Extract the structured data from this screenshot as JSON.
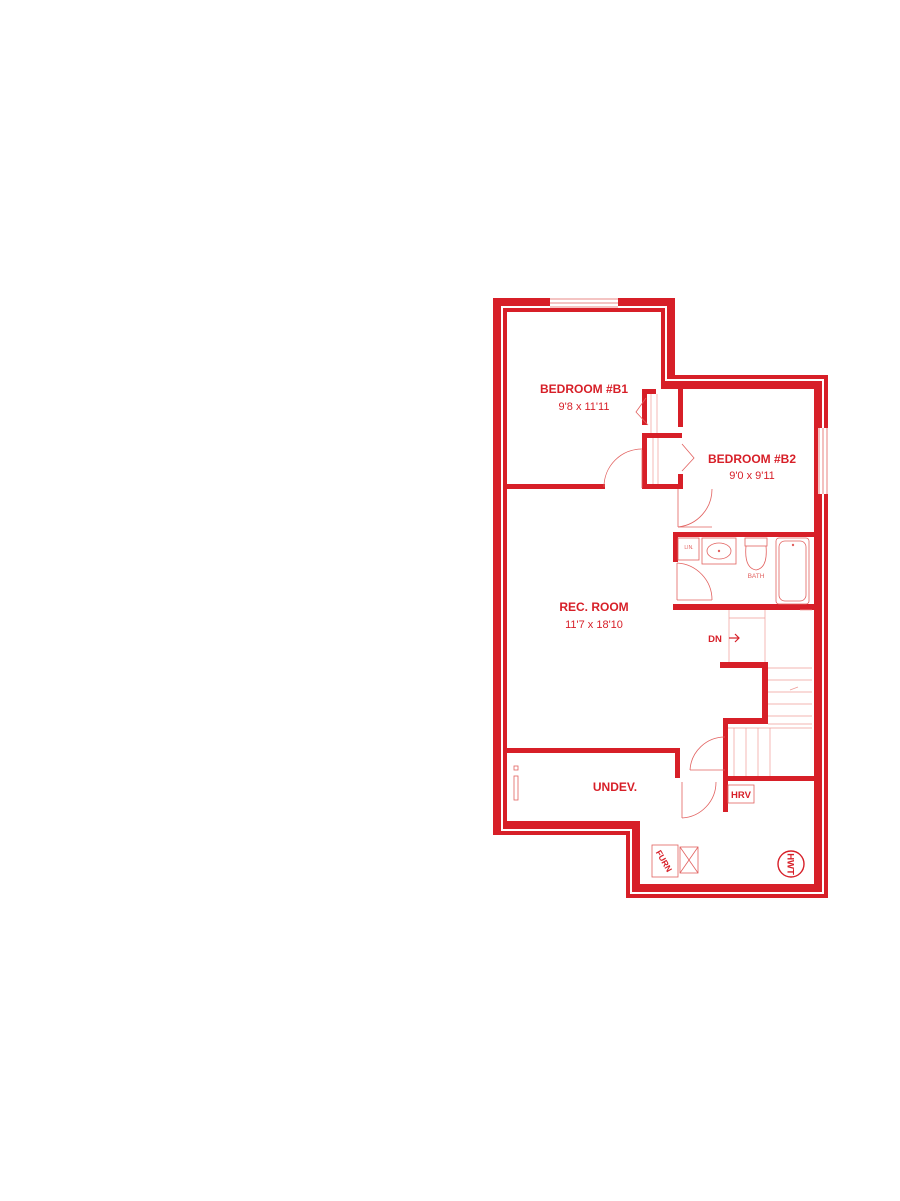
{
  "colors": {
    "wall": "#d71f28",
    "fixture": "#e2615f",
    "background": "#ffffff"
  },
  "rooms": {
    "bedroom_b1": {
      "name": "BEDROOM #B1",
      "dims": "9'8 x 11'11"
    },
    "bedroom_b2": {
      "name": "BEDROOM #B2",
      "dims": "9'0 x 9'11"
    },
    "rec_room": {
      "name": "REC. ROOM",
      "dims": "11'7 x 18'10"
    },
    "undev": {
      "name": "UNDEV."
    },
    "bath": {
      "name": "BATH"
    }
  },
  "labels": {
    "stairs_down": "DN",
    "hrv": "HRV",
    "hwt": "HWT",
    "furn": "FURN",
    "linen": "LIN."
  },
  "icons": {
    "stairs_arrow": "arrow-right-icon"
  }
}
